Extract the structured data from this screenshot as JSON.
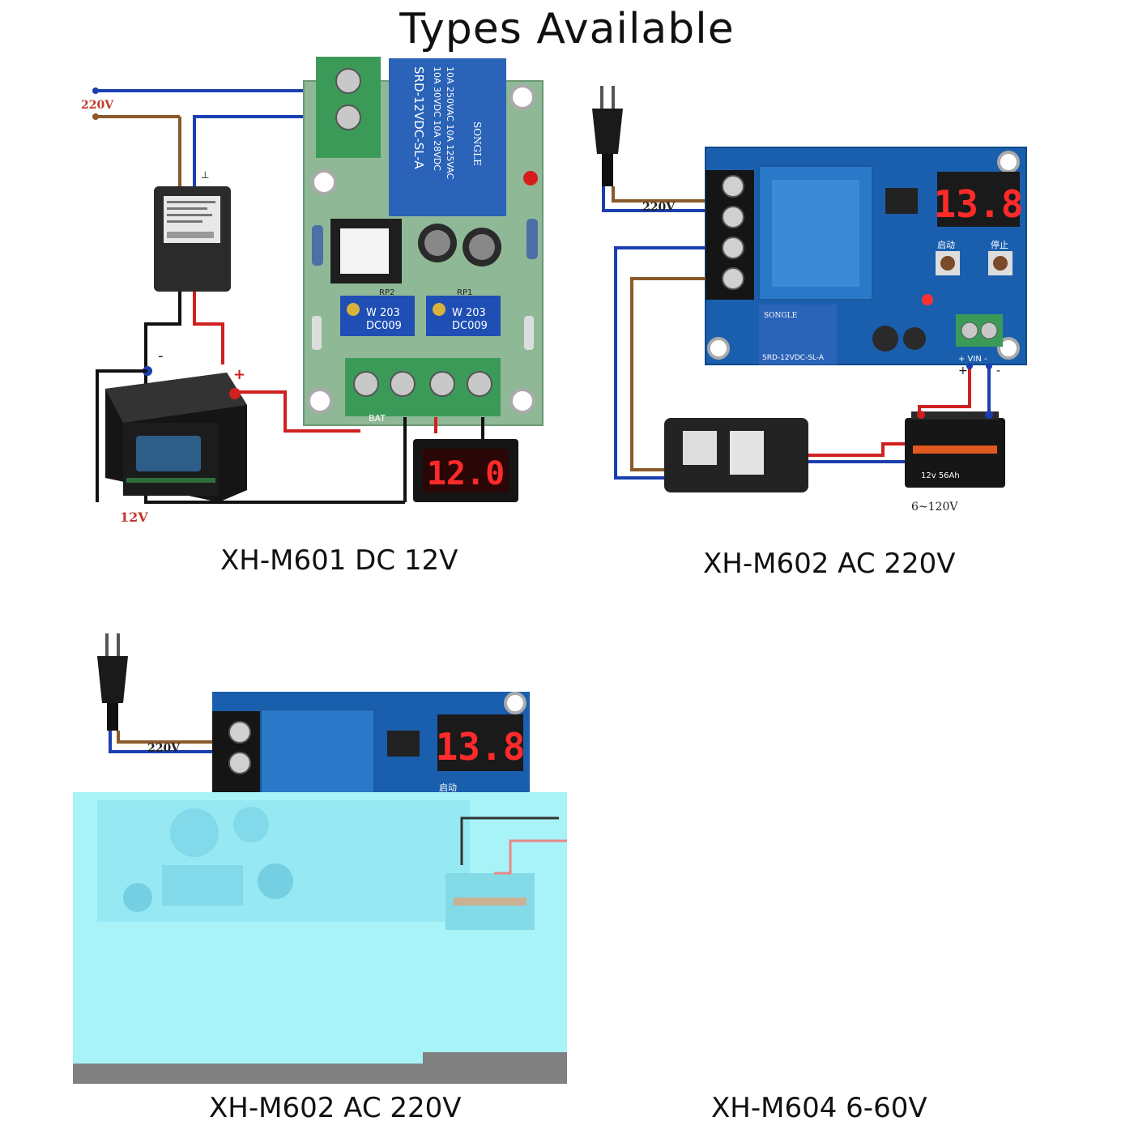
{
  "page": {
    "title": "Types Available"
  },
  "panels": [
    {
      "caption": "XH-M601 DC 12V",
      "labels": {
        "ac_input": "220V",
        "battery_voltage": "12V",
        "minus": "-",
        "plus": "+",
        "display": "12.0",
        "relay_line1": "SRD-12VDC-SL-A",
        "relay_line2": "10A 250VAC 10A 125VAC",
        "relay_line3": "10A 30VDC 10A 28VDC",
        "relay_brand": "SONGLE",
        "pot_left": "W 203",
        "pot_left_code": "DC009",
        "pot_right": "W 203",
        "pot_right_code": "DC009",
        "rp2": "RP2",
        "rp1": "RP1",
        "bat": "BAT"
      }
    },
    {
      "caption": "XH-M602 AC 220V",
      "labels": {
        "ac_input": "220V",
        "display": "13.8",
        "range": "6~120V",
        "relay_line": "SRD-12VDC-SL-A",
        "relay_brand": "SONGLE",
        "start": "启动",
        "stop": "停止",
        "vin": "+ VIN -",
        "battery_label": "12v 56Ah",
        "plus": "+",
        "minus": "-"
      }
    },
    {
      "caption": "XH-M602 AC 220V",
      "labels": {
        "ac_input": "220V",
        "display": "13.8",
        "start": "启动"
      }
    },
    {
      "caption": "XH-M604 6-60V"
    }
  ],
  "colors": {
    "pcb_green": "#8fb996",
    "pcb_blue": "#1a5fae",
    "terminal_green": "#3c9a58",
    "relay_blue": "#2a63b8",
    "wire_red": "#d02020",
    "wire_blue": "#1b3fb0",
    "wire_brown": "#8a5a2b",
    "wire_black": "#111111",
    "display_red": "#ff2a2a",
    "overlay_cyan": "#a8f3f7",
    "bar_gray": "#808080"
  }
}
